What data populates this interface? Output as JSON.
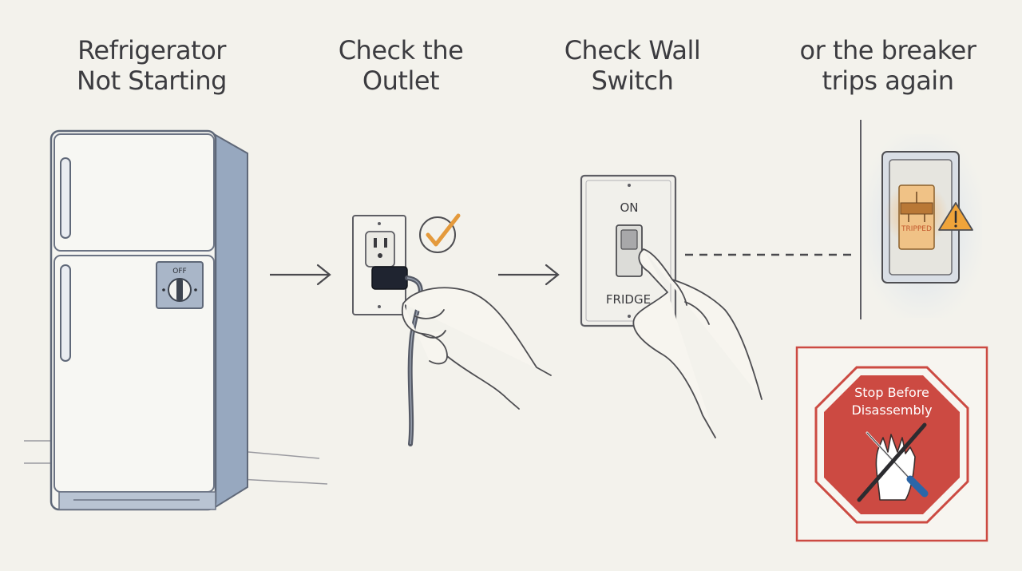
{
  "steps": [
    {
      "line1": "Refrigerator",
      "line2": "Not Starting"
    },
    {
      "line1": "Check the",
      "line2": "Outlet"
    },
    {
      "line1": "Check Wall",
      "line2": "Switch"
    },
    {
      "line1": "or the breaker",
      "line2": "trips again"
    }
  ],
  "fridge": {
    "dial_label": "OFF"
  },
  "switch": {
    "on_label": "ON",
    "fridge_label": "FRIDGE"
  },
  "breaker": {
    "status_label": "TRIPPED"
  },
  "stop_sign": {
    "line1": "Stop Before",
    "line2": "Disassembly"
  },
  "colors": {
    "background": "#f3f2ec",
    "fridge_blue": "#b7c4d6",
    "check_orange": "#e49a3c",
    "warning_orange": "#f0a43a",
    "stop_red": "#cc4a42",
    "ink": "#3f3f42"
  },
  "icons": [
    "right-arrow-icon",
    "check-mark-icon",
    "warning-triangle-icon",
    "no-screwdriver-icon"
  ]
}
